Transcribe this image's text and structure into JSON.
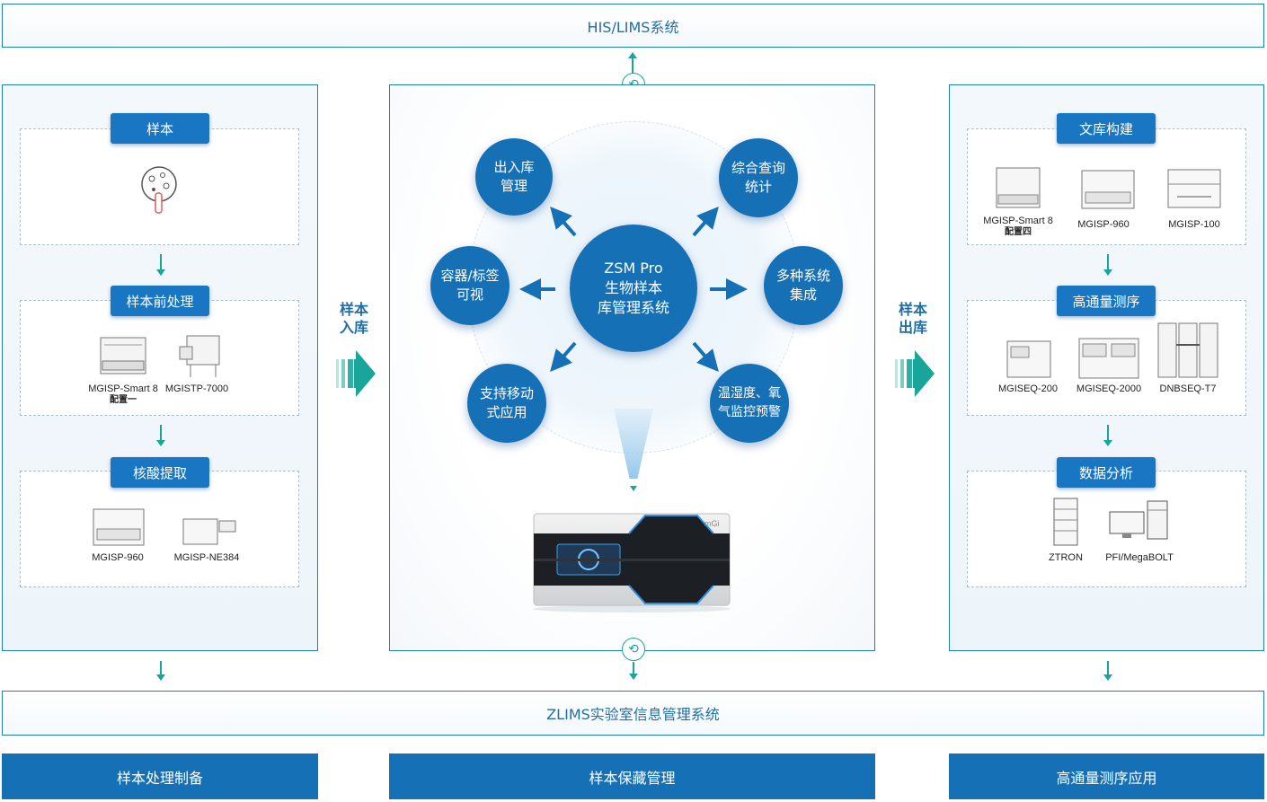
{
  "top_band": {
    "label": "HIS/LIMS系统"
  },
  "bottom_band": {
    "label": "ZLIMS实验室信息管理系统"
  },
  "left": {
    "sections": [
      {
        "title": "样本",
        "devices": []
      },
      {
        "title": "样本前处理",
        "devices": [
          {
            "name": "MGISP-Smart 8",
            "sub": "配置一"
          },
          {
            "name": "MGISTP-7000",
            "sub": ""
          }
        ]
      },
      {
        "title": "核酸提取",
        "devices": [
          {
            "name": "MGISP-960",
            "sub": ""
          },
          {
            "name": "MGISP-NE384",
            "sub": ""
          }
        ]
      }
    ],
    "footer": "样本处理制备"
  },
  "flow_in": {
    "line1": "样本",
    "line2": "入库"
  },
  "flow_out": {
    "line1": "样本",
    "line2": "出库"
  },
  "center": {
    "hub": {
      "line1": "ZSM Pro",
      "line2": "生物样本",
      "line3": "库管理系统"
    },
    "nodes": {
      "inout": {
        "line1": "出入库",
        "line2": "管理"
      },
      "stats": {
        "line1": "综合查询",
        "line2": "统计"
      },
      "container": {
        "line1": "容器/标签",
        "line2": "可视"
      },
      "integrate": {
        "line1": "多种系统",
        "line2": "集成"
      },
      "mobile": {
        "line1": "支持移动",
        "line2": "式应用"
      },
      "monitor": {
        "line1": "温湿度、氧",
        "line2": "气监控预警"
      }
    },
    "device_brand": "mGi",
    "footer": "样本保藏管理"
  },
  "right": {
    "sections": [
      {
        "title": "文库构建",
        "devices": [
          {
            "name": "MGISP-Smart 8",
            "sub": "配置四"
          },
          {
            "name": "MGISP-960",
            "sub": ""
          },
          {
            "name": "MGISP-100",
            "sub": ""
          }
        ]
      },
      {
        "title": "高通量测序",
        "devices": [
          {
            "name": "MGISEQ-200",
            "sub": ""
          },
          {
            "name": "MGISEQ-2000",
            "sub": ""
          },
          {
            "name": "DNBSEQ-T7",
            "sub": ""
          }
        ]
      },
      {
        "title": "数据分析",
        "devices": [
          {
            "name": "ZTRON",
            "sub": ""
          },
          {
            "name": "PFI/MegaBOLT",
            "sub": ""
          }
        ]
      }
    ],
    "footer": "高通量测序应用"
  },
  "colors": {
    "primary": "#1670b6",
    "accent": "#1aa59a",
    "border": "#1f7fb8"
  },
  "icons": [
    "sync-icon",
    "sample-tube-icon",
    "flow-arrow-icon",
    "device-illustration"
  ]
}
